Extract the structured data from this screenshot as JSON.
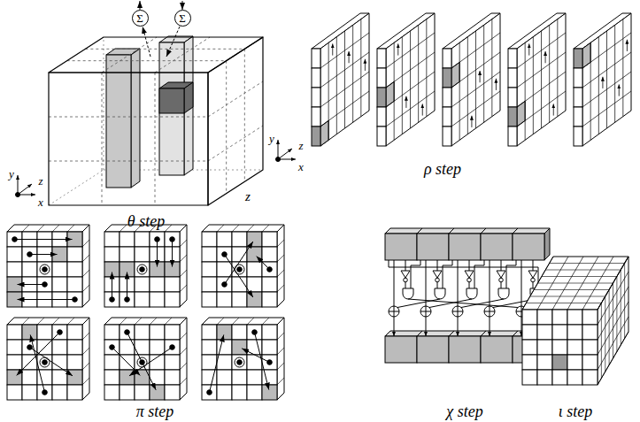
{
  "diagram": {
    "nodes": [
      {
        "text": [
          "Σ"
        ]
      },
      {
        "text": [
          "Σ"
        ]
      }
    ],
    "labels": [
      "θ step",
      "ρ step",
      "π step",
      "χ step",
      "ι step",
      "y",
      "z",
      "x",
      "z",
      "y",
      "z",
      "x"
    ]
  }
}
